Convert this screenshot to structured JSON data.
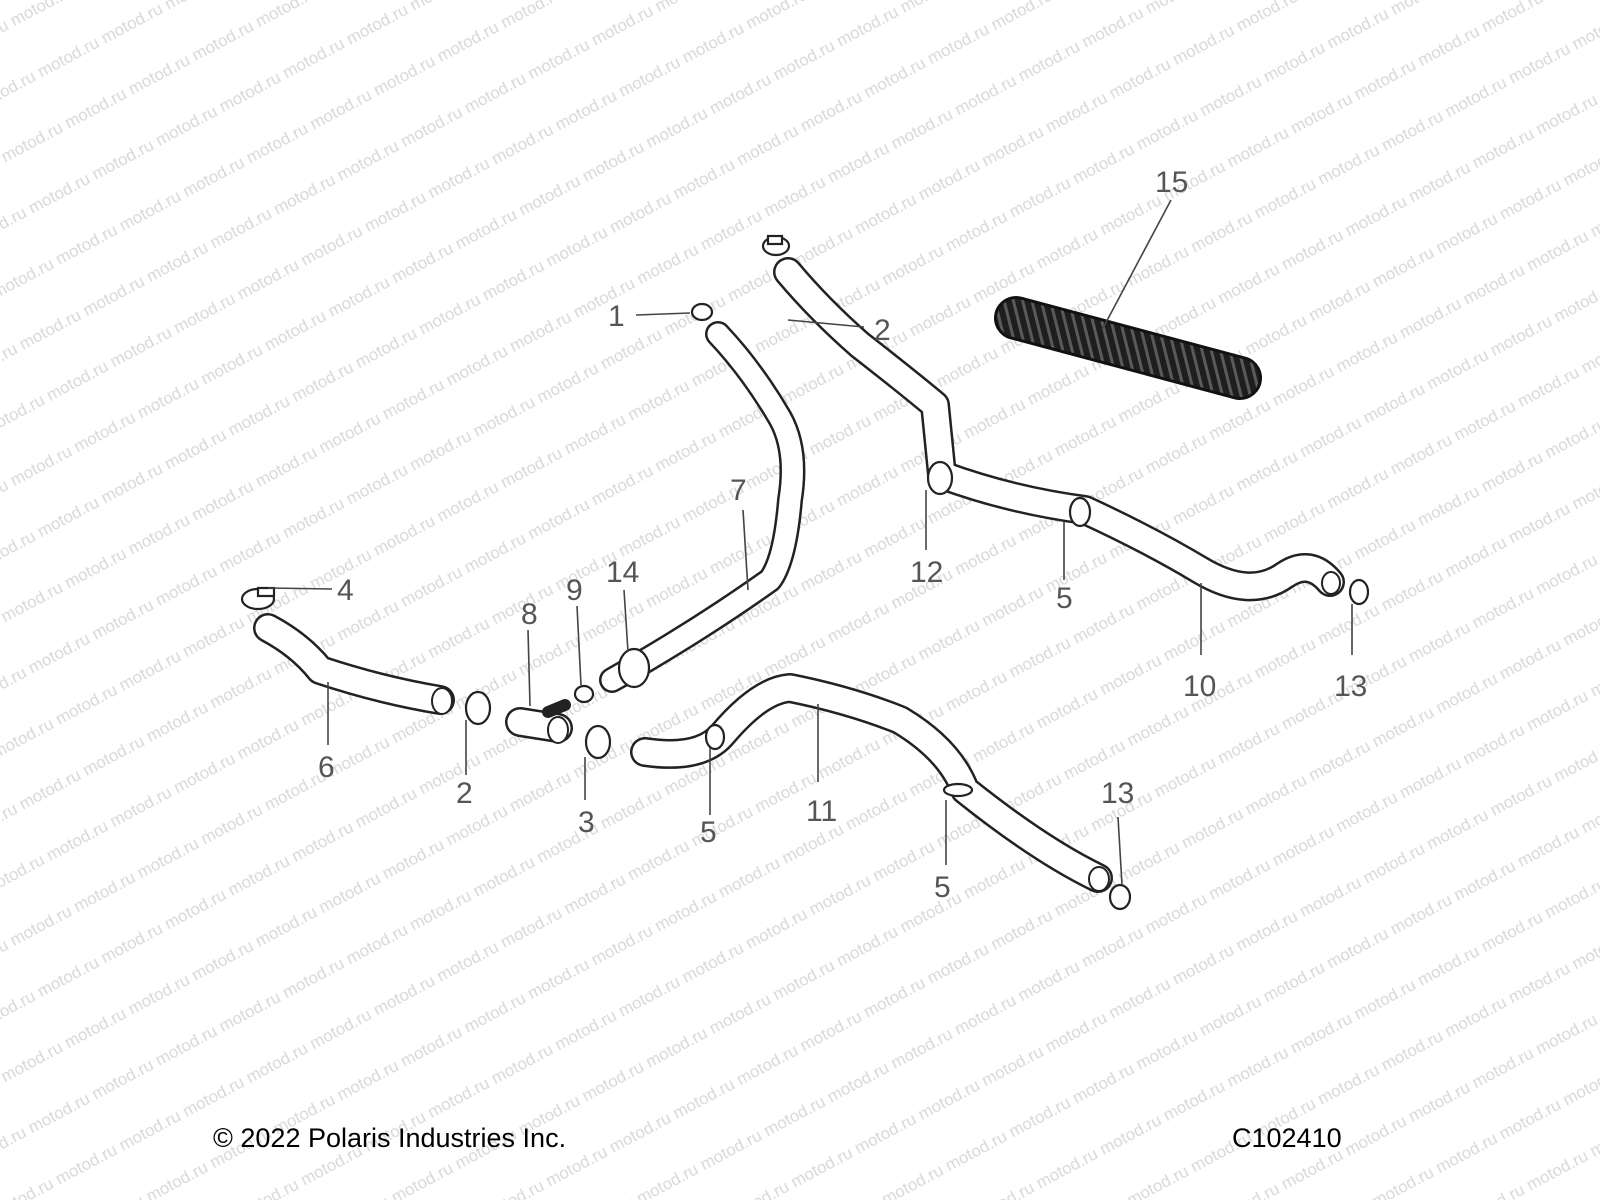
{
  "footer": {
    "copyright": "© 2022 Polaris Industries Inc.",
    "drawing_id": "C102410"
  },
  "watermark": {
    "text": "motod.ru"
  },
  "callouts": [
    {
      "id": "c1",
      "label": "1"
    },
    {
      "id": "c2a",
      "label": "2"
    },
    {
      "id": "c15",
      "label": "15"
    },
    {
      "id": "c4",
      "label": "4"
    },
    {
      "id": "c7",
      "label": "7"
    },
    {
      "id": "c14",
      "label": "14"
    },
    {
      "id": "c9",
      "label": "9"
    },
    {
      "id": "c8",
      "label": "8"
    },
    {
      "id": "c12",
      "label": "12"
    },
    {
      "id": "c5a",
      "label": "5"
    },
    {
      "id": "c10",
      "label": "10"
    },
    {
      "id": "c13a",
      "label": "13"
    },
    {
      "id": "c6",
      "label": "6"
    },
    {
      "id": "c2b",
      "label": "2"
    },
    {
      "id": "c3",
      "label": "3"
    },
    {
      "id": "c5b",
      "label": "5"
    },
    {
      "id": "c11",
      "label": "11"
    },
    {
      "id": "c13b",
      "label": "13"
    },
    {
      "id": "c5c",
      "label": "5"
    }
  ]
}
